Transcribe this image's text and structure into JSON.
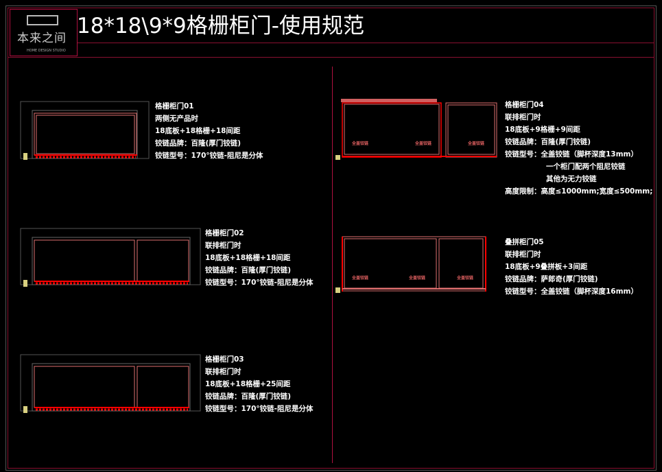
{
  "header": {
    "title": "18*18\\9*9格栅柜门-使用规范",
    "logo_text": "本来之间",
    "logo_sub": "HOME DESIGN STUDIO"
  },
  "hinge_label": "全盖铰链",
  "sections": [
    {
      "lines": [
        "格栅柜门01",
        "两侧无产品时",
        "18底板+18格栅+18间距",
        "铰链品牌：百隆(厚门铰链)",
        "铰链型号：170°铰链-阻尼是分体"
      ]
    },
    {
      "lines": [
        "格栅柜门02",
        "联排柜门时",
        "18底板+18格栅+18间距",
        "铰链品牌：百隆(厚门铰链)",
        "铰链型号：170°铰链-阻尼是分体"
      ]
    },
    {
      "lines": [
        "格栅柜门03",
        "联排柜门时",
        "18底板+18格栅+25间距",
        "铰链品牌：百隆(厚门铰链)",
        "铰链型号：170°铰链-阻尼是分体"
      ]
    },
    {
      "lines": [
        "格栅柜门04",
        "联排柜门时",
        "18底板+9格栅+9间距",
        "铰链品牌：百隆(厚门铰链)",
        "铰链型号：全盖铰链（脚杯深度13mm）",
        "一个柜门配两个阻尼铰链",
        "其他为无力铰链",
        "高度限制：高度≤1000mm;宽度≤500mm;"
      ]
    },
    {
      "lines": [
        "叠拼柜门05",
        "联排柜门时",
        "18底板+9叠拼板+3间距",
        "铰链品牌：萨郎奇(厚门铰链)",
        "铰链型号：全盖铰链（脚杯深度16mm）"
      ]
    }
  ]
}
